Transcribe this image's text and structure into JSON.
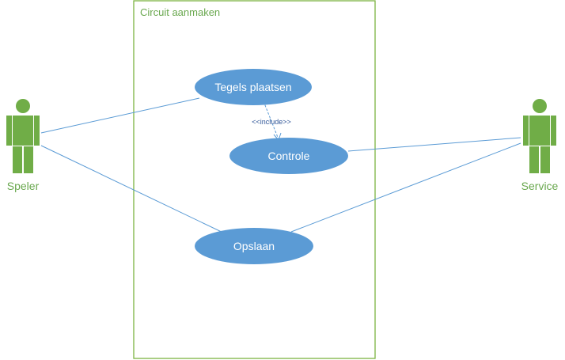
{
  "boundary": {
    "title": "Circuit aanmaken"
  },
  "actors": [
    {
      "id": "speler",
      "label": "Speler"
    },
    {
      "id": "service",
      "label": "Service"
    }
  ],
  "usecases": [
    {
      "id": "tegels",
      "label": "Tegels plaatsen"
    },
    {
      "id": "controle",
      "label": "Controle"
    },
    {
      "id": "opslaan",
      "label": "Opslaan"
    }
  ],
  "relations": {
    "include_label": "<<include>>"
  },
  "colors": {
    "usecase_fill": "#5b9bd5",
    "actor_fill": "#70ad47",
    "boundary_stroke": "#7cb342",
    "line": "#5b9bd5"
  }
}
